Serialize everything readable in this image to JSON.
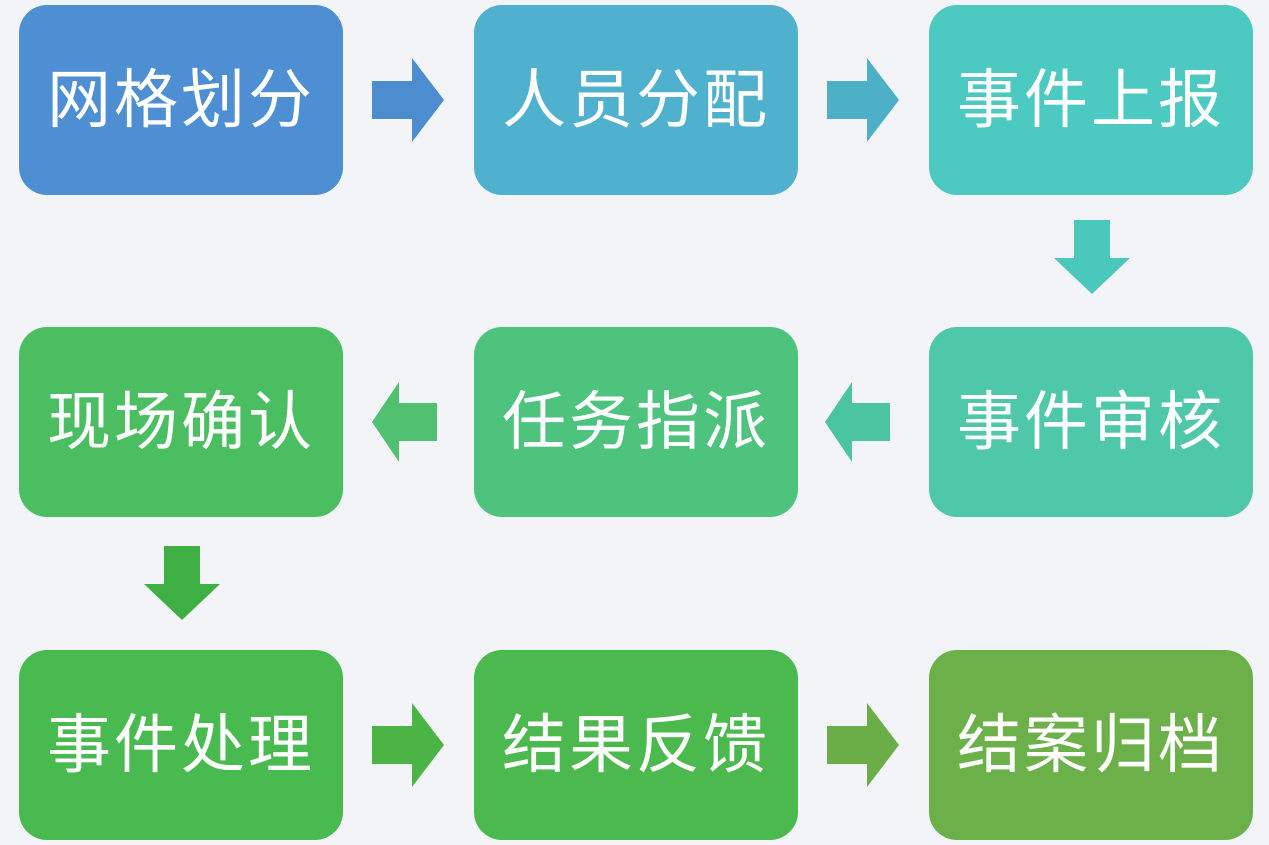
{
  "background_color": "#F2F4F8",
  "text_color": "#FFFFFF",
  "flow": {
    "nodes": [
      {
        "id": "grid-division",
        "label": "网格划分",
        "color": "#4E8ED2",
        "row": 1,
        "col": 1
      },
      {
        "id": "personnel-allocation",
        "label": "人员分配",
        "color": "#4FB1CE",
        "row": 1,
        "col": 2
      },
      {
        "id": "event-report",
        "label": "事件上报",
        "color": "#4CC9C0",
        "row": 1,
        "col": 3
      },
      {
        "id": "event-review",
        "label": "事件审核",
        "color": "#4FC7A9",
        "row": 2,
        "col": 3
      },
      {
        "id": "task-assignment",
        "label": "任务指派",
        "color": "#4DC37D",
        "row": 2,
        "col": 2
      },
      {
        "id": "site-confirmation",
        "label": "现场确认",
        "color": "#4CBE62",
        "row": 2,
        "col": 1
      },
      {
        "id": "event-handling",
        "label": "事件处理",
        "color": "#48BA50",
        "row": 3,
        "col": 1
      },
      {
        "id": "result-feedback",
        "label": "结果反馈",
        "color": "#4BB94D",
        "row": 3,
        "col": 2
      },
      {
        "id": "case-archive",
        "label": "结案归档",
        "color": "#6CB04A",
        "row": 3,
        "col": 3
      }
    ],
    "arrows": [
      {
        "from": "grid-division",
        "to": "personnel-allocation",
        "direction": "right",
        "color": "#4C8DD0"
      },
      {
        "from": "personnel-allocation",
        "to": "event-report",
        "direction": "right",
        "color": "#4DB0C6"
      },
      {
        "from": "event-report",
        "to": "event-review",
        "direction": "down",
        "color": "#4AC8BB"
      },
      {
        "from": "event-review",
        "to": "task-assignment",
        "direction": "left",
        "color": "#4AC59E"
      },
      {
        "from": "task-assignment",
        "to": "site-confirmation",
        "direction": "left",
        "color": "#4FC171"
      },
      {
        "from": "site-confirmation",
        "to": "event-handling",
        "direction": "down",
        "color": "#3EAF42"
      },
      {
        "from": "event-handling",
        "to": "result-feedback",
        "direction": "right",
        "color": "#4AB545"
      },
      {
        "from": "result-feedback",
        "to": "case-archive",
        "direction": "right",
        "color": "#6BAE47"
      }
    ]
  }
}
